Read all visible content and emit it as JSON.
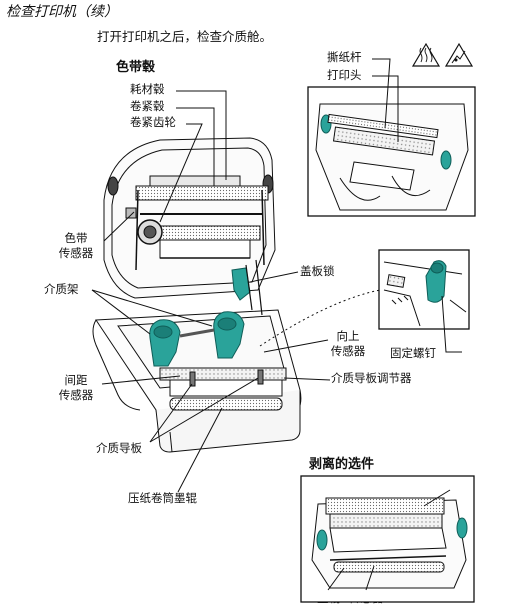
{
  "page": {
    "header": "检查打印机（续）",
    "intro": "打开打印机之后，检查介质舱。"
  },
  "main_figure": {
    "heading": "色带毂",
    "labels": {
      "supply_spindle": "耗材毂",
      "takeup_spindle": "卷紧毂",
      "takeup_gear": "卷紧齿轮",
      "ribbon_sensor_1": "色带",
      "ribbon_sensor_2": "传感器",
      "media_holder": "介质架",
      "gap_sensor_1": "间距",
      "gap_sensor_2": "传感器",
      "media_guides": "介质导板",
      "platen_roller": "压纸卷筒墨辊",
      "cover_lock": "盖板锁",
      "upward_sensor_1": "向上",
      "upward_sensor_2": "传感器",
      "guide_adjuster": "介质导板调节器"
    }
  },
  "inset_top": {
    "labels": {
      "tear_bar": "撕纸杆",
      "printhead": "打印头"
    }
  },
  "inset_mid": {
    "labels": {
      "thumbscrew": "固定螺钉"
    }
  },
  "inset_bottom": {
    "heading": "剥离的选件",
    "labels": {
      "bar": "杆",
      "roller": "墨辊",
      "sensor": "传感器"
    }
  }
}
